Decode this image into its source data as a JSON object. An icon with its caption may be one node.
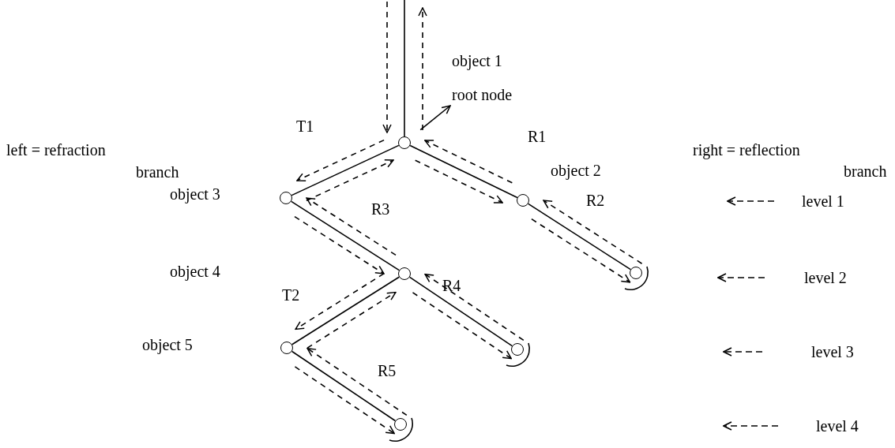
{
  "diagram": {
    "nodes": [
      {
        "text": [],
        "shape": "circle"
      },
      {
        "text": [],
        "shape": "circle",
        "beside": [
          "object 3"
        ]
      },
      {
        "text": [],
        "shape": "circle",
        "beside": [
          "object 2"
        ]
      },
      {
        "text": [],
        "shape": "circle"
      },
      {
        "text": [],
        "shape": "circle"
      },
      {
        "text": [],
        "shape": "circle"
      },
      {
        "text": [],
        "shape": "circle"
      },
      {
        "text": [],
        "shape": "circle"
      },
      {
        "text": [
          "object 1",
          "root node"
        ]
      }
    ],
    "edges": [
      {
        "from": null,
        "to": 0,
        "arrow": "none"
      },
      {
        "from": null,
        "to": 0,
        "arrow": "to",
        "style": "dashed"
      },
      {
        "from": 0,
        "to": null,
        "arrow": "to",
        "style": "dashed"
      },
      {
        "from": 0,
        "to": 8,
        "arrow": "to"
      },
      {
        "from": 0,
        "to": 1,
        "arrow": "none"
      },
      {
        "from": 0,
        "to": 2,
        "arrow": "none"
      },
      {
        "from": 2,
        "to": 3,
        "arrow": "none"
      },
      {
        "from": 1,
        "to": 4,
        "arrow": "none"
      },
      {
        "from": 4,
        "to": 5,
        "arrow": "none"
      },
      {
        "from": 4,
        "to": 6,
        "arrow": "none"
      },
      {
        "from": 5,
        "to": 7,
        "arrow": "none"
      },
      {
        "from": 0,
        "to": 1,
        "arrow": "to",
        "style": "dashed"
      },
      {
        "from": 1,
        "to": 0,
        "arrow": "to",
        "style": "dashed"
      },
      {
        "from": 0,
        "to": 2,
        "arrow": "to",
        "style": "dashed"
      },
      {
        "from": 2,
        "to": 0,
        "arrow": "to",
        "style": "dashed"
      },
      {
        "from": 2,
        "to": 3,
        "arrow": "to",
        "style": "dashed"
      },
      {
        "from": 3,
        "to": 2,
        "arrow": "to",
        "style": "dashed"
      },
      {
        "from": 1,
        "to": 4,
        "arrow": "to",
        "style": "dashed"
      },
      {
        "from": 4,
        "to": 1,
        "arrow": "to",
        "style": "dashed"
      },
      {
        "from": 4,
        "to": 5,
        "arrow": "to",
        "style": "dashed"
      },
      {
        "from": 5,
        "to": 4,
        "arrow": "to",
        "style": "dashed"
      },
      {
        "from": 4,
        "to": 6,
        "arrow": "to",
        "style": "dashed"
      },
      {
        "from": 6,
        "to": 4,
        "arrow": "to",
        "style": "dashed"
      },
      {
        "from": 5,
        "to": 7,
        "arrow": "to",
        "style": "dashed"
      },
      {
        "from": 7,
        "to": 5,
        "arrow": "to",
        "style": "dashed"
      }
    ],
    "labels": [
      "left = refraction",
      "branch",
      "T1",
      "R1",
      "right = reflection",
      "branch",
      "R2",
      "R3",
      "object 4",
      "R4",
      "T2",
      "object 5",
      "R5"
    ],
    "legend": [
      {
        "text": "level 1"
      },
      {
        "text": "level 2"
      },
      {
        "text": "level 3"
      },
      {
        "text": "level 4"
      }
    ]
  }
}
